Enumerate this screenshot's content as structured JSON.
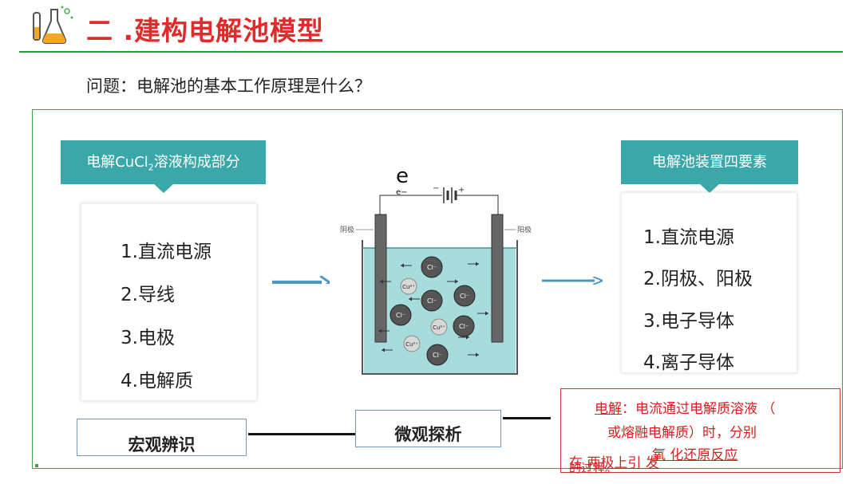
{
  "header": {
    "title": "二 .建构电解池模型"
  },
  "question": "问题：电解池的基本工作原理是什么？",
  "left_panel": {
    "ribbon_main": "电解CuCl",
    "ribbon_sub": "2",
    "ribbon_rest": "溶液构成部分",
    "items": [
      "1.直流电源",
      "2.导线",
      "3.电极",
      "4.电解质"
    ]
  },
  "right_panel": {
    "ribbon": "电解池装置四要素",
    "items": [
      "1.直流电源",
      "2.阴极、阳极",
      "3.电子导体",
      "4.离子导体"
    ]
  },
  "diagram": {
    "electron_big": "e",
    "electron_small": "e−",
    "minus": "−",
    "plus": "+",
    "cathode_label": "阴极",
    "anode_label": "阳极",
    "ions": [
      {
        "label": "Cl⁻",
        "type": "cl"
      },
      {
        "label": "Cu²⁺",
        "type": "cu"
      },
      {
        "label": "Cl⁻",
        "type": "cl"
      },
      {
        "label": "Cl⁻",
        "type": "cl"
      },
      {
        "label": "Cl⁻",
        "type": "cl"
      },
      {
        "label": "Cl⁻",
        "type": "cl"
      },
      {
        "label": "Cu²⁺",
        "type": "cu"
      },
      {
        "label": "Cu²⁺",
        "type": "cu"
      },
      {
        "label": "Cl⁻",
        "type": "cl"
      }
    ]
  },
  "bottom": {
    "macro": "宏观辨识",
    "micro": "微观探析"
  },
  "definition": {
    "term": "电解",
    "line1_rest": "：电流通过电解质溶液 （",
    "line2": "或熔融电解质）时，分别",
    "line3": "氧  化还原反应",
    "line4": "在 两极上引  发",
    "line5": "的过程。"
  },
  "colors": {
    "title": "#e02b2b",
    "accent_green": "#1f9e3a",
    "ribbon": "#3aa8a8",
    "arrow": "#4a97c2",
    "definition": "#d42020"
  }
}
